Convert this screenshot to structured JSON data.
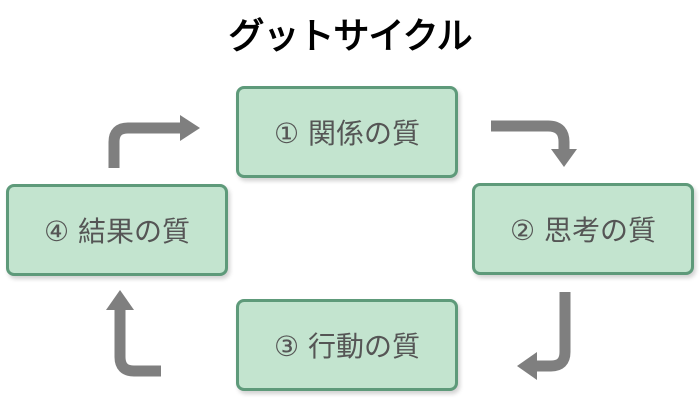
{
  "title": "グットサイクル",
  "colors": {
    "box_fill": "#c3e4cf",
    "box_border": "#5e9a7a",
    "arrow": "#7f7f7f",
    "text": "#555555"
  },
  "nodes": [
    {
      "id": "relationship",
      "label": "① 関係の質"
    },
    {
      "id": "thinking",
      "label": "② 思考の質"
    },
    {
      "id": "action",
      "label": "③ 行動の質"
    },
    {
      "id": "result",
      "label": "④ 結果の質"
    }
  ],
  "edges": [
    {
      "from": "relationship",
      "to": "thinking"
    },
    {
      "from": "thinking",
      "to": "action"
    },
    {
      "from": "action",
      "to": "result"
    },
    {
      "from": "result",
      "to": "relationship"
    }
  ]
}
